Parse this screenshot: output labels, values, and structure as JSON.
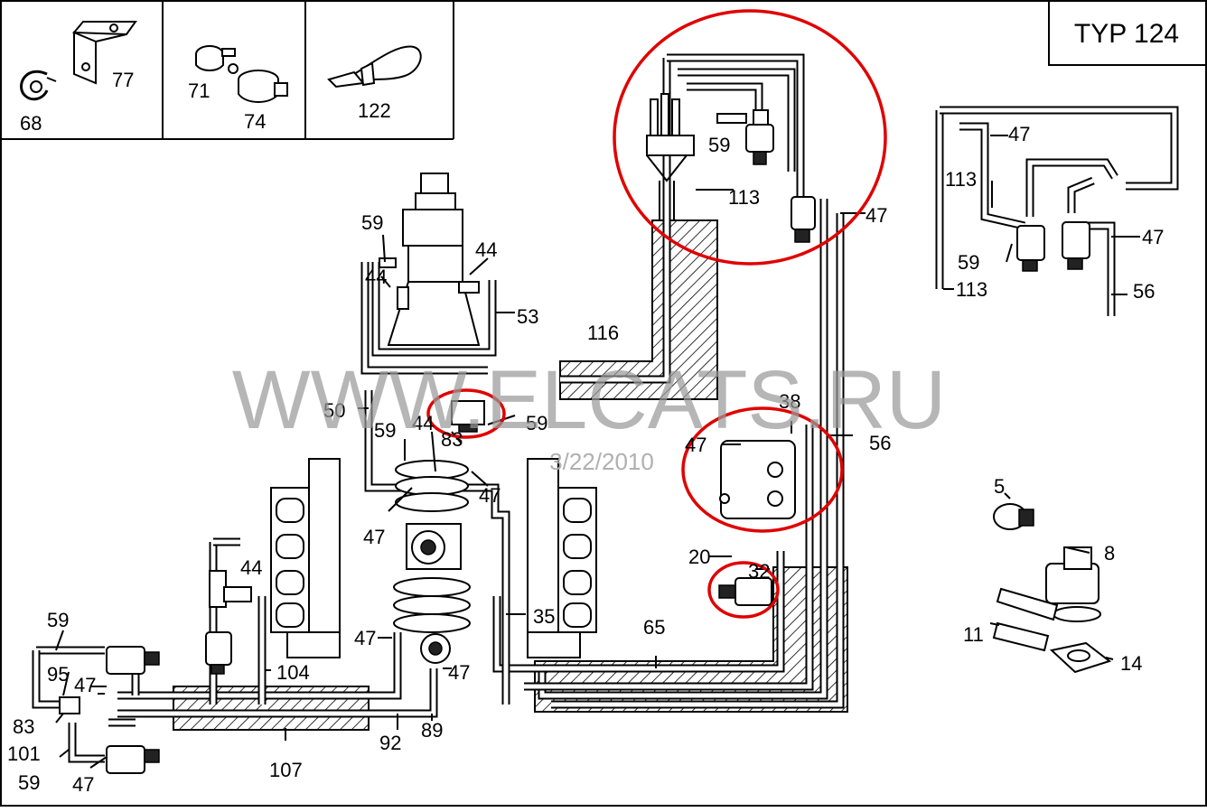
{
  "title": "TYP 124",
  "watermark": {
    "site": "WWW.ELCATS.RU",
    "date": "3/22/2010"
  },
  "inset_labels": {
    "clip": "68",
    "bracket": "77",
    "clamp": "71",
    "hose_clamp": "74",
    "strap": "122"
  },
  "callouts": {
    "c5": "5",
    "c8": "8",
    "c11": "11",
    "c14": "14",
    "c20": "20",
    "c32": "32",
    "c35": "35",
    "c38": "38",
    "c44a": "44",
    "c44b": "44",
    "c44c": "44",
    "c44d": "44",
    "c47a": "47",
    "c47b": "47",
    "c47c": "47",
    "c47d": "47",
    "c47e": "47",
    "c47f": "47",
    "c47g": "47",
    "c47h": "47",
    "c47i": "47",
    "c47j": "47",
    "c47k": "47",
    "c50": "50",
    "c53": "53",
    "c56a": "56",
    "c56b": "56",
    "c59a": "59",
    "c59b": "59",
    "c59c": "59",
    "c59d": "59",
    "c59e": "59",
    "c59f": "59",
    "c59g": "59",
    "c65": "65",
    "c83a": "83",
    "c83b": "83",
    "c89": "89",
    "c92": "92",
    "c95": "95",
    "c101": "101",
    "c104": "104",
    "c107": "107",
    "c113a": "113",
    "c113b": "113",
    "c113c": "113",
    "c116": "116"
  }
}
